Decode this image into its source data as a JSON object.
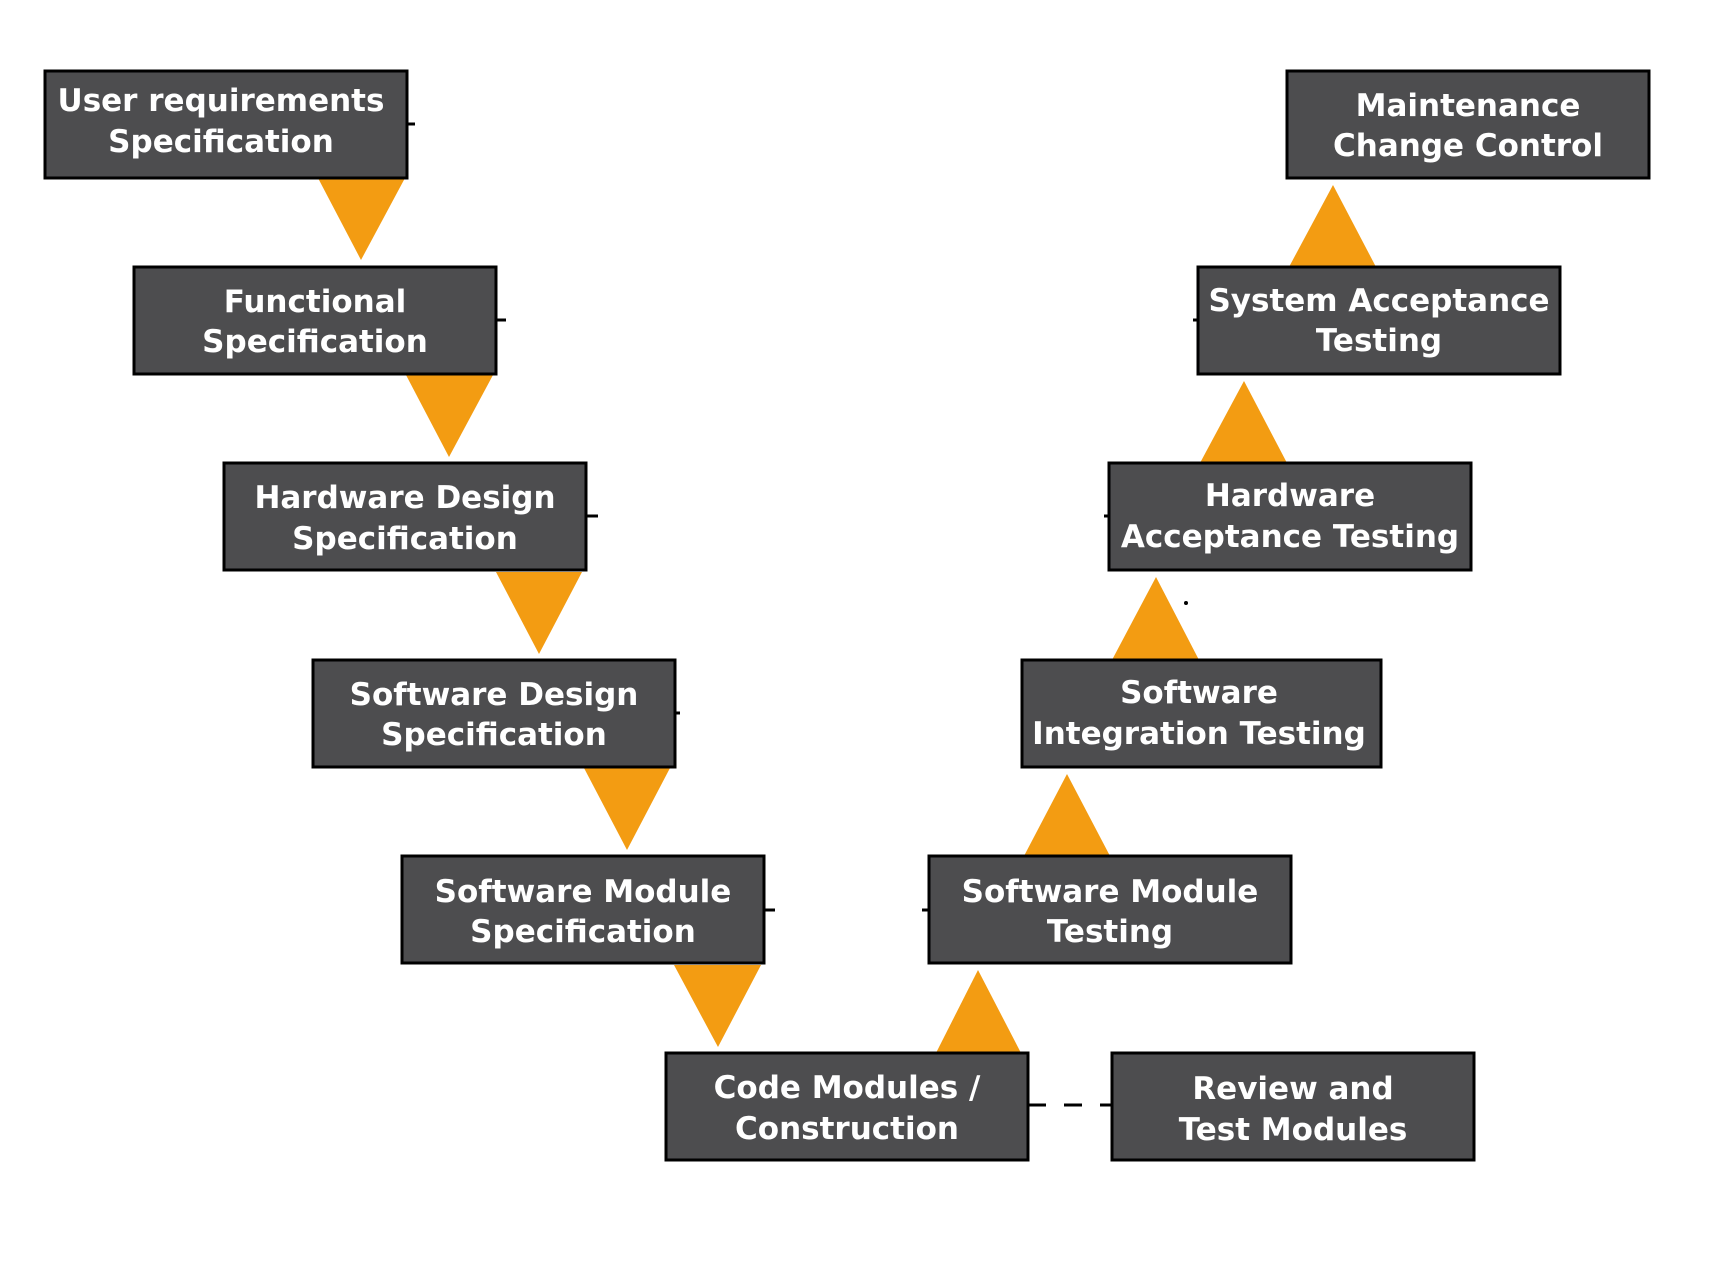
{
  "colors": {
    "box_fill": "#4d4d4f",
    "box_border": "#000000",
    "box_text": "#ffffff",
    "arrow": "#f39c12"
  },
  "boxes": {
    "user_requirements": [
      "User requirements",
      "Specification"
    ],
    "functional": [
      "Functional",
      "Specification"
    ],
    "hardware_design": [
      "Hardware Design",
      "Specification"
    ],
    "software_design": [
      "Software Design",
      "Specification"
    ],
    "software_module_spec": [
      "Software Module",
      "Specification"
    ],
    "code_modules": [
      "Code Modules /",
      "Construction"
    ],
    "review_test": [
      "Review and",
      "Test Modules"
    ],
    "software_module_testing": [
      "Software Module",
      "Testing"
    ],
    "software_integration": [
      "Software",
      "Integration Testing"
    ],
    "hardware_acceptance": [
      "Hardware",
      "Acceptance Testing"
    ],
    "system_acceptance": [
      "System Acceptance",
      "Testing"
    ],
    "maintenance": [
      "Maintenance",
      "Change Control"
    ]
  }
}
